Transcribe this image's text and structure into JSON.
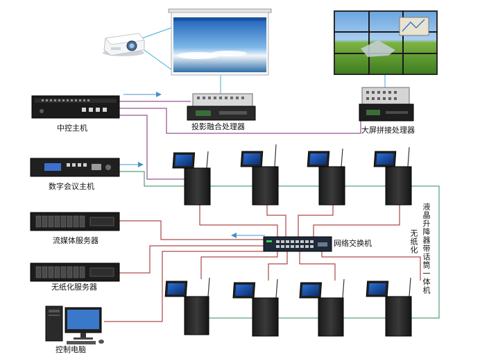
{
  "labels": {
    "central_controller": "中控主机",
    "projection_fusion": "投影融合处理器",
    "video_wall_processor": "大屏拼接处理器",
    "digital_conference_host": "数字会议主机",
    "streaming_server": "流媒体服务器",
    "paperless_server": "无纸化服务器",
    "control_pc": "控制电脑",
    "network_switch": "网络交换机",
    "paperless": "无纸化",
    "lcd_lift_terminal": "液晶升降器带话筒一体机"
  },
  "colors": {
    "purple_line": "#7a2a7a",
    "red_line": "#9b1c1c",
    "green_line": "#2e8b57",
    "blue_arrow": "#4a90c8",
    "cyan_projector": "#3fa9d6"
  },
  "icons": {
    "projector": "projector-icon",
    "screen": "projection-screen-icon",
    "video_wall": "video-wall-icon",
    "rack": "rack-device-icon",
    "terminal": "lcd-lift-terminal-icon",
    "switch": "network-switch-icon",
    "pc": "desktop-pc-icon"
  }
}
